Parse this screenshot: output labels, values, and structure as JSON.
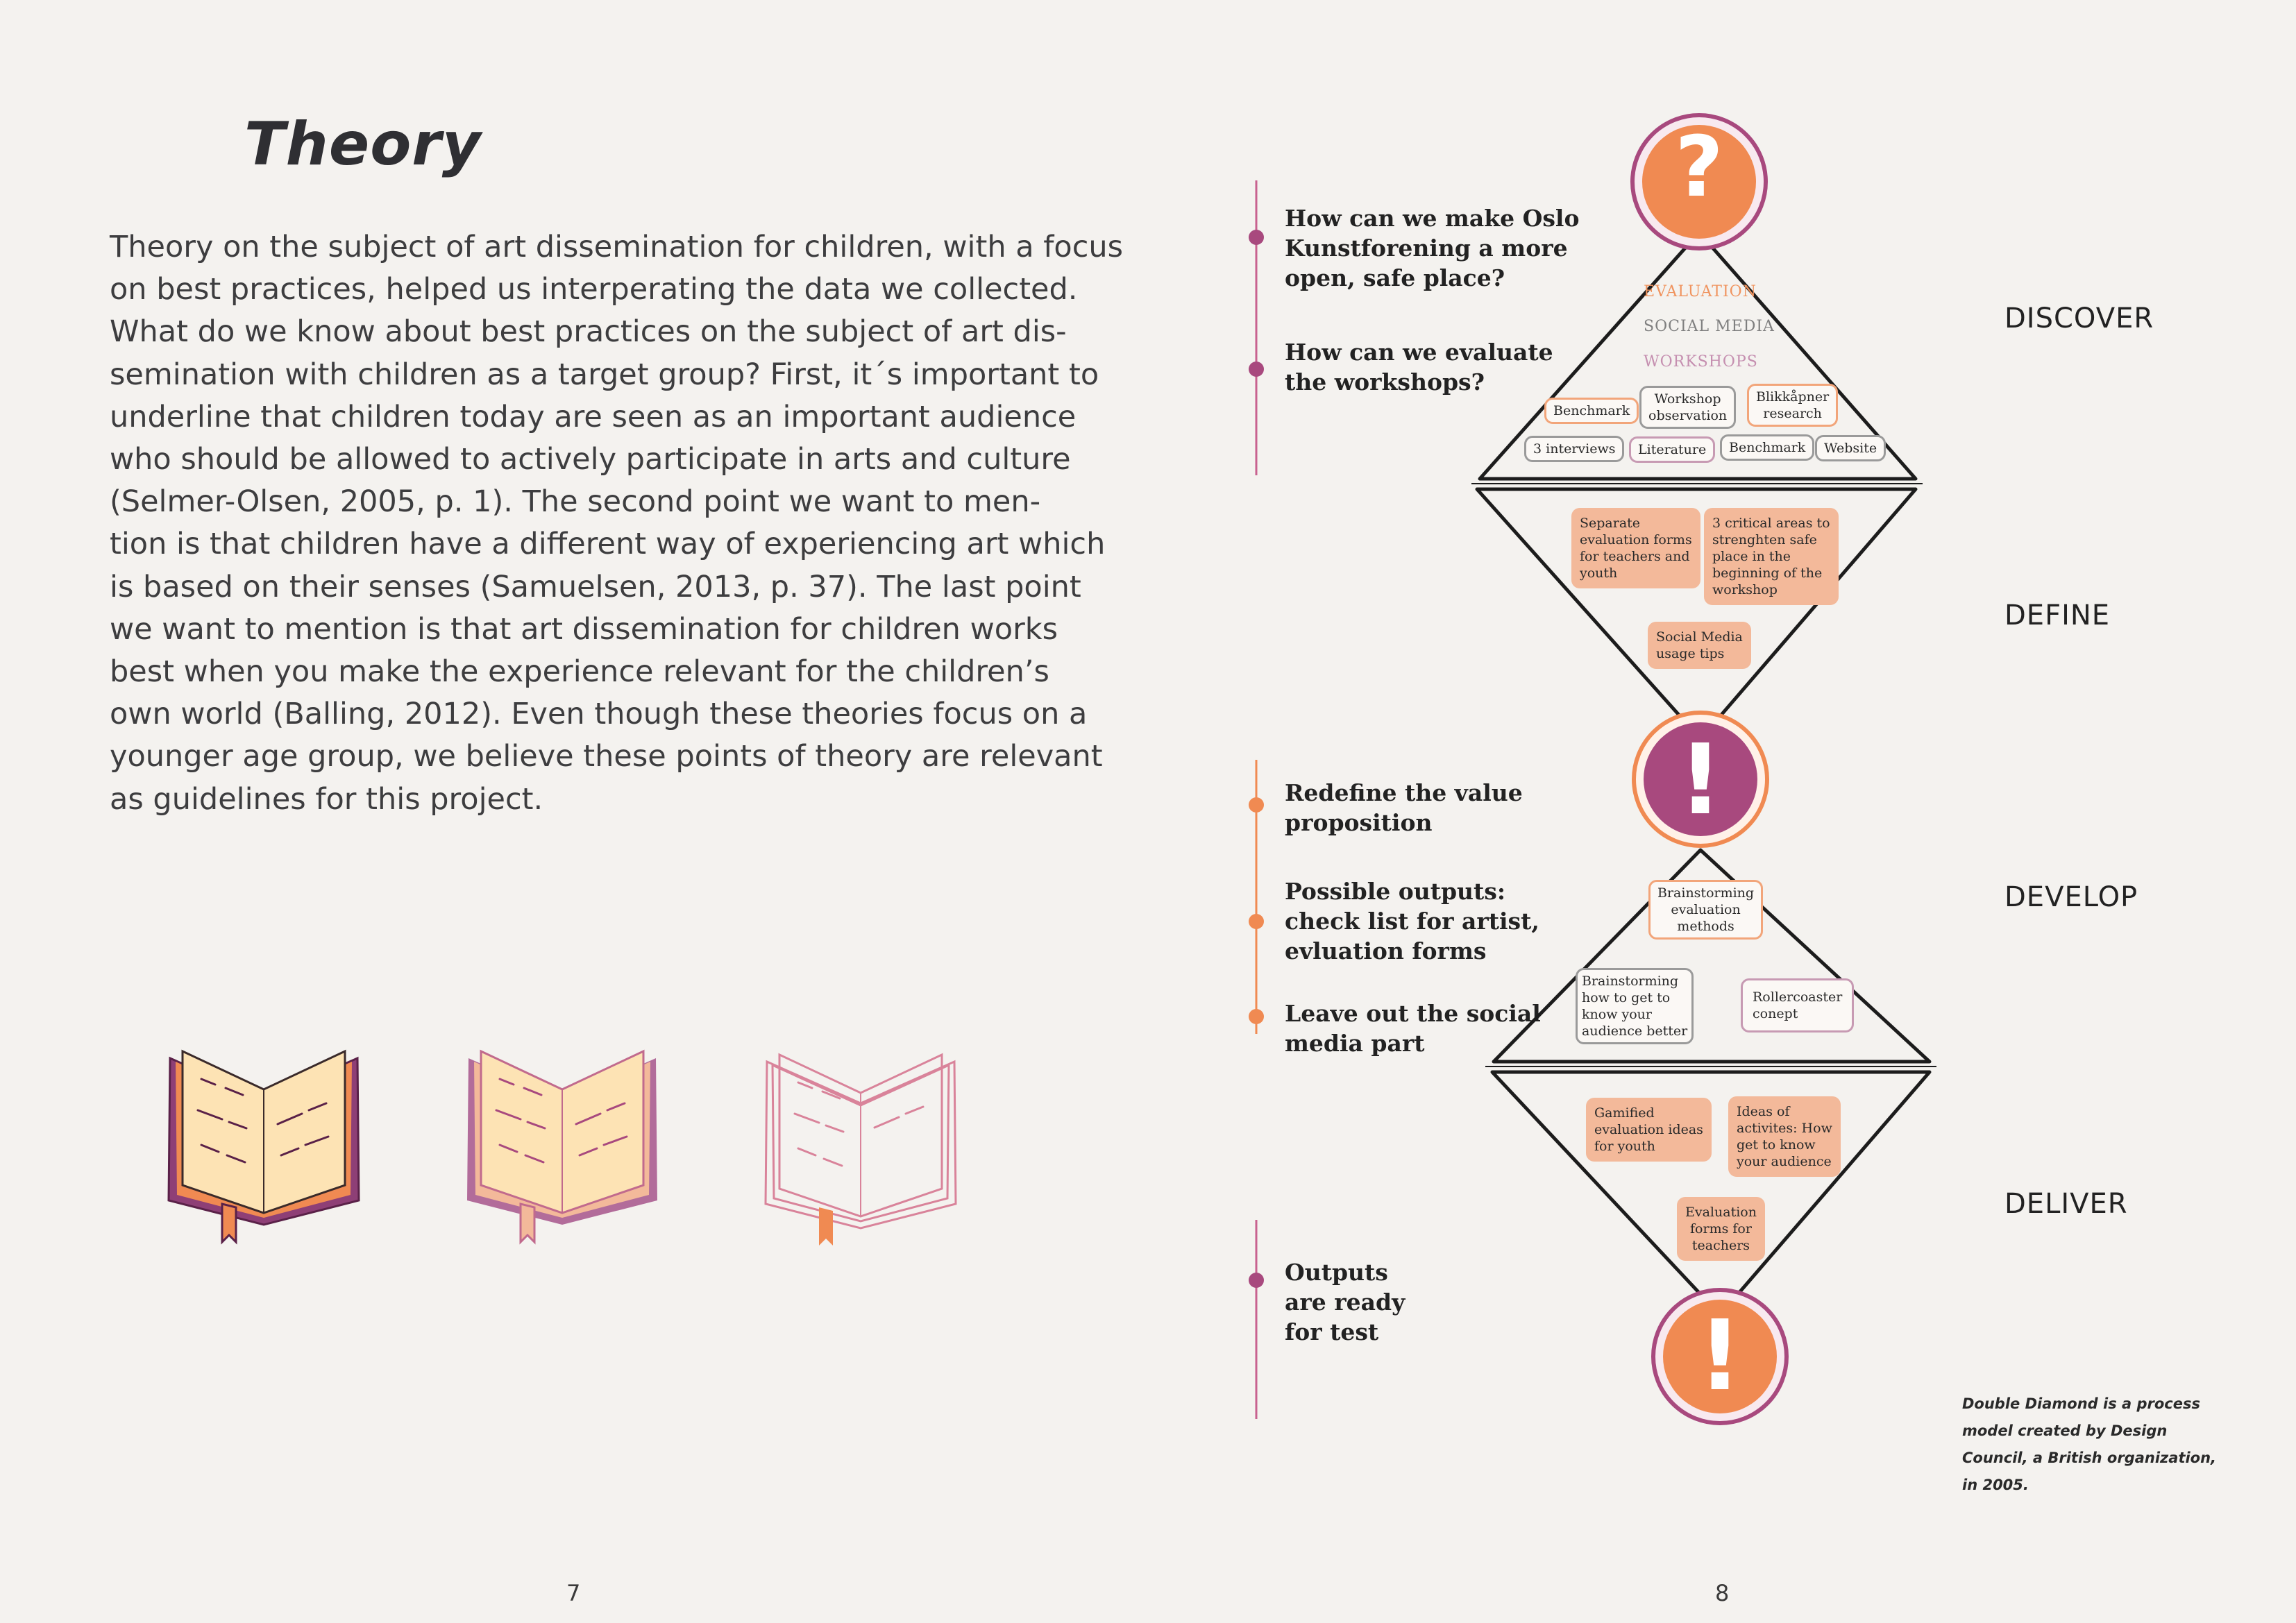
{
  "left_page": {
    "title": "Theory",
    "paragraph_lines": [
      "Theory on the subject of art dissemination for children, with a focus",
      "on best practices, helped us interperating the data we collected.",
      "What do we know about best practices on the subject of art dis-",
      "semination with children as a target group? First, it´s important to",
      "underline that children today are seen as an important audience",
      "who should be allowed to actively participate in arts and culture",
      "(Selmer-Olsen, 2005, p. 1). The second point we want to men-",
      "tion is that children have a different way of experiencing art which",
      "is based on their senses (Samuelsen, 2013, p. 37). The last point",
      "we want to mention is that art dissemination for children works",
      "best when you make the experience relevant for the children’s",
      "own world (Balling, 2012). Even though these theories focus on a",
      "younger age group, we believe these points of theory are relevant",
      "as guidelines for this project."
    ],
    "page_number": "7"
  },
  "right_page": {
    "page_number": "8",
    "questions": [
      {
        "lines": [
          "How can we make Oslo",
          "Kunstforening a more",
          "open, safe place?"
        ]
      },
      {
        "lines": [
          "How can we evaluate",
          "the workshops?"
        ]
      },
      {
        "lines": [
          "Redefine the value",
          "proposition"
        ]
      },
      {
        "lines": [
          "Possible outputs:",
          "check list for artist,",
          "evluation forms"
        ]
      },
      {
        "lines": [
          "Leave out the social",
          "media part"
        ]
      },
      {
        "lines": [
          "Outputs",
          "are ready",
          "for test"
        ]
      }
    ],
    "phases": [
      "DISCOVER",
      "DEFINE",
      "DEVELOP",
      "DELIVER"
    ],
    "categories": [
      {
        "label": "EVALUATION",
        "color": "#f0945f"
      },
      {
        "label": "SOCIAL MEDIA",
        "color": "#8a8a8a"
      },
      {
        "label": "WORKSHOPS",
        "color": "#c58fb0"
      }
    ],
    "discover_tags": [
      {
        "lines": [
          "Benchmark"
        ]
      },
      {
        "lines": [
          "Workshop",
          "observation"
        ]
      },
      {
        "lines": [
          "Blikkåpner",
          "research"
        ]
      },
      {
        "lines": [
          "3 interviews"
        ]
      },
      {
        "lines": [
          "Literature"
        ]
      },
      {
        "lines": [
          "Benchmark"
        ]
      },
      {
        "lines": [
          "Website"
        ]
      }
    ],
    "define_tags": [
      {
        "lines": [
          "Separate",
          "evaluation forms",
          "for teachers and",
          "youth"
        ]
      },
      {
        "lines": [
          "3 critical areas to",
          "strenghten safe",
          "place in the",
          "beginning of the",
          "workshop"
        ]
      },
      {
        "lines": [
          "Social Media",
          "usage tips"
        ]
      }
    ],
    "develop_tags": [
      {
        "lines": [
          "Brainstorming",
          "evaluation",
          "methods"
        ]
      },
      {
        "lines": [
          "Brainstorming",
          "how to get to",
          "know your",
          "audience better"
        ]
      },
      {
        "lines": [
          "Rollercoaster",
          "conept"
        ]
      }
    ],
    "deliver_tags": [
      {
        "lines": [
          "Gamified",
          "evaluation ideas",
          "for youth"
        ]
      },
      {
        "lines": [
          "Ideas of",
          "activites: How",
          "get to know",
          "your audience"
        ]
      },
      {
        "lines": [
          "Evaluation",
          "forms for",
          "teachers"
        ]
      }
    ],
    "caption_lines": [
      "Double Diamond is a process",
      "model created by Design",
      "Council, a British organization,",
      "in 2005."
    ],
    "icons": {
      "question": "?",
      "exclamation": "!"
    }
  },
  "colors": {
    "orange": "#f08a52",
    "purple": "#a8497e",
    "pink_line": "#d9839a",
    "peach": "#f3b99a",
    "background": "#f4f2ef"
  }
}
